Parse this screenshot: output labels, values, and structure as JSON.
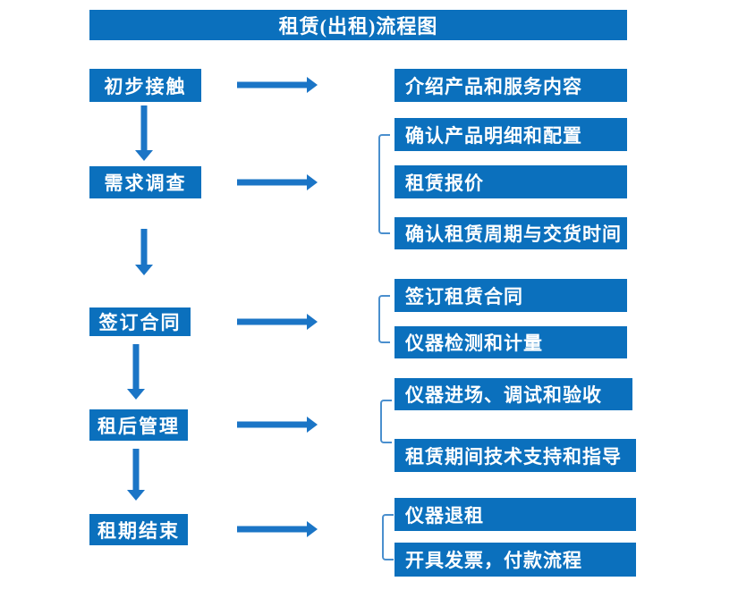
{
  "title": "租赁(出租)流程图",
  "colors": {
    "box_blue": "#0b70bd",
    "arrow_blue": "#1b75c6",
    "bracket_blue": "#4a8fce",
    "text_white": "#ffffff"
  },
  "chart_data": {
    "type": "flowchart",
    "title": "租赁(出租)流程图",
    "direction": "top-to-bottom",
    "steps": [
      {
        "label": "初步接触",
        "details": [
          "介绍产品和服务内容"
        ]
      },
      {
        "label": "需求调查",
        "details": [
          "确认产品明细和配置",
          "租赁报价",
          "确认租赁周期与交货时间"
        ]
      },
      {
        "label": "签订合同",
        "details": [
          "签订租赁合同",
          "仪器检测和计量"
        ]
      },
      {
        "label": "租后管理",
        "details": [
          "仪器进场、调试和验收",
          "租赁期间技术支持和指导"
        ]
      },
      {
        "label": "租期结束",
        "details": [
          "仪器退租",
          "开具发票，付款流程"
        ]
      }
    ]
  },
  "steps": [
    {
      "label": "初步接触",
      "details": [
        "介绍产品和服务内容"
      ]
    },
    {
      "label": "需求调查",
      "details": [
        "确认产品明细和配置",
        "租赁报价",
        "确认租赁周期与交货时间"
      ]
    },
    {
      "label": "签订合同",
      "details": [
        "签订租赁合同",
        "仪器检测和计量"
      ]
    },
    {
      "label": "租后管理",
      "details": [
        "仪器进场、调试和验收",
        "租赁期间技术支持和指导"
      ]
    },
    {
      "label": "租期结束",
      "details": [
        "仪器退租",
        "开具发票，付款流程"
      ]
    }
  ]
}
